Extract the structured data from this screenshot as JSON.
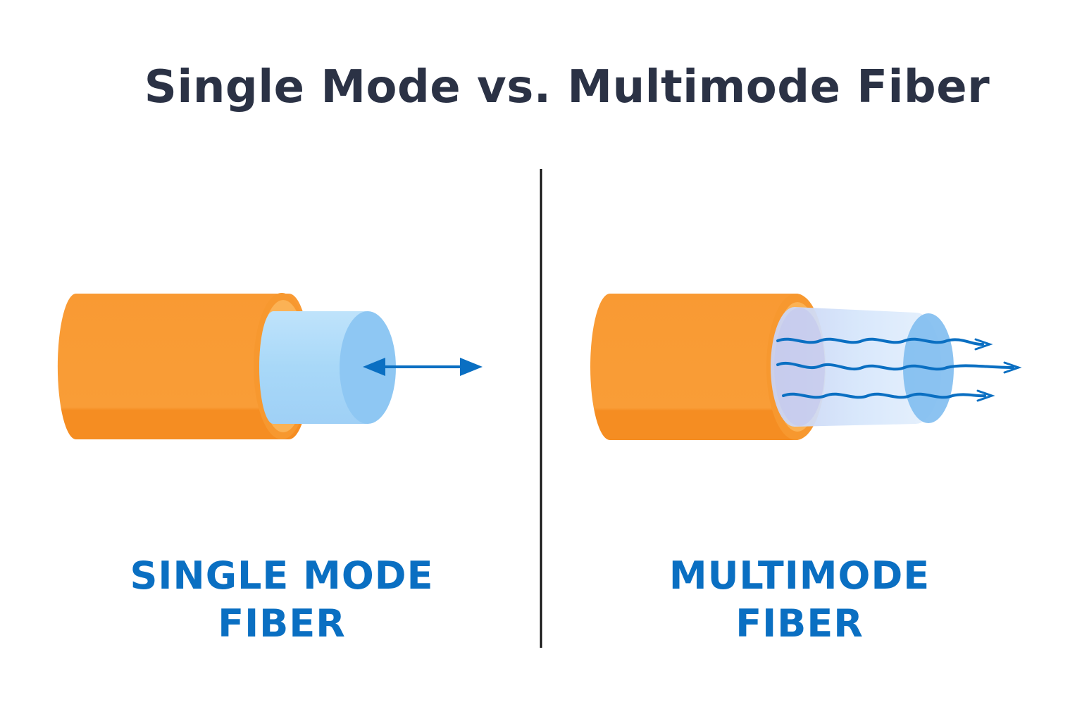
{
  "title": "Single Mode vs. Multimode Fiber",
  "left_panel": {
    "label": "SINGLE MODE\nFIBER"
  },
  "right_panel": {
    "label": "MULTIMODE\nFIBER"
  },
  "icons": {
    "single": [
      "fiber-cable-icon",
      "double-arrow-icon"
    ],
    "multi": [
      "fiber-cable-icon",
      "wavy-light-ray-icon"
    ]
  },
  "colors": {
    "title": "#2b3245",
    "label": "#0a6fc2",
    "jacket": "#f7982f",
    "jacket_dark": "#f28a1c",
    "core": "#a6d6f7",
    "core_end": "#8ec7f3",
    "arrow": "#0a6fc2",
    "divider": "#111111"
  }
}
